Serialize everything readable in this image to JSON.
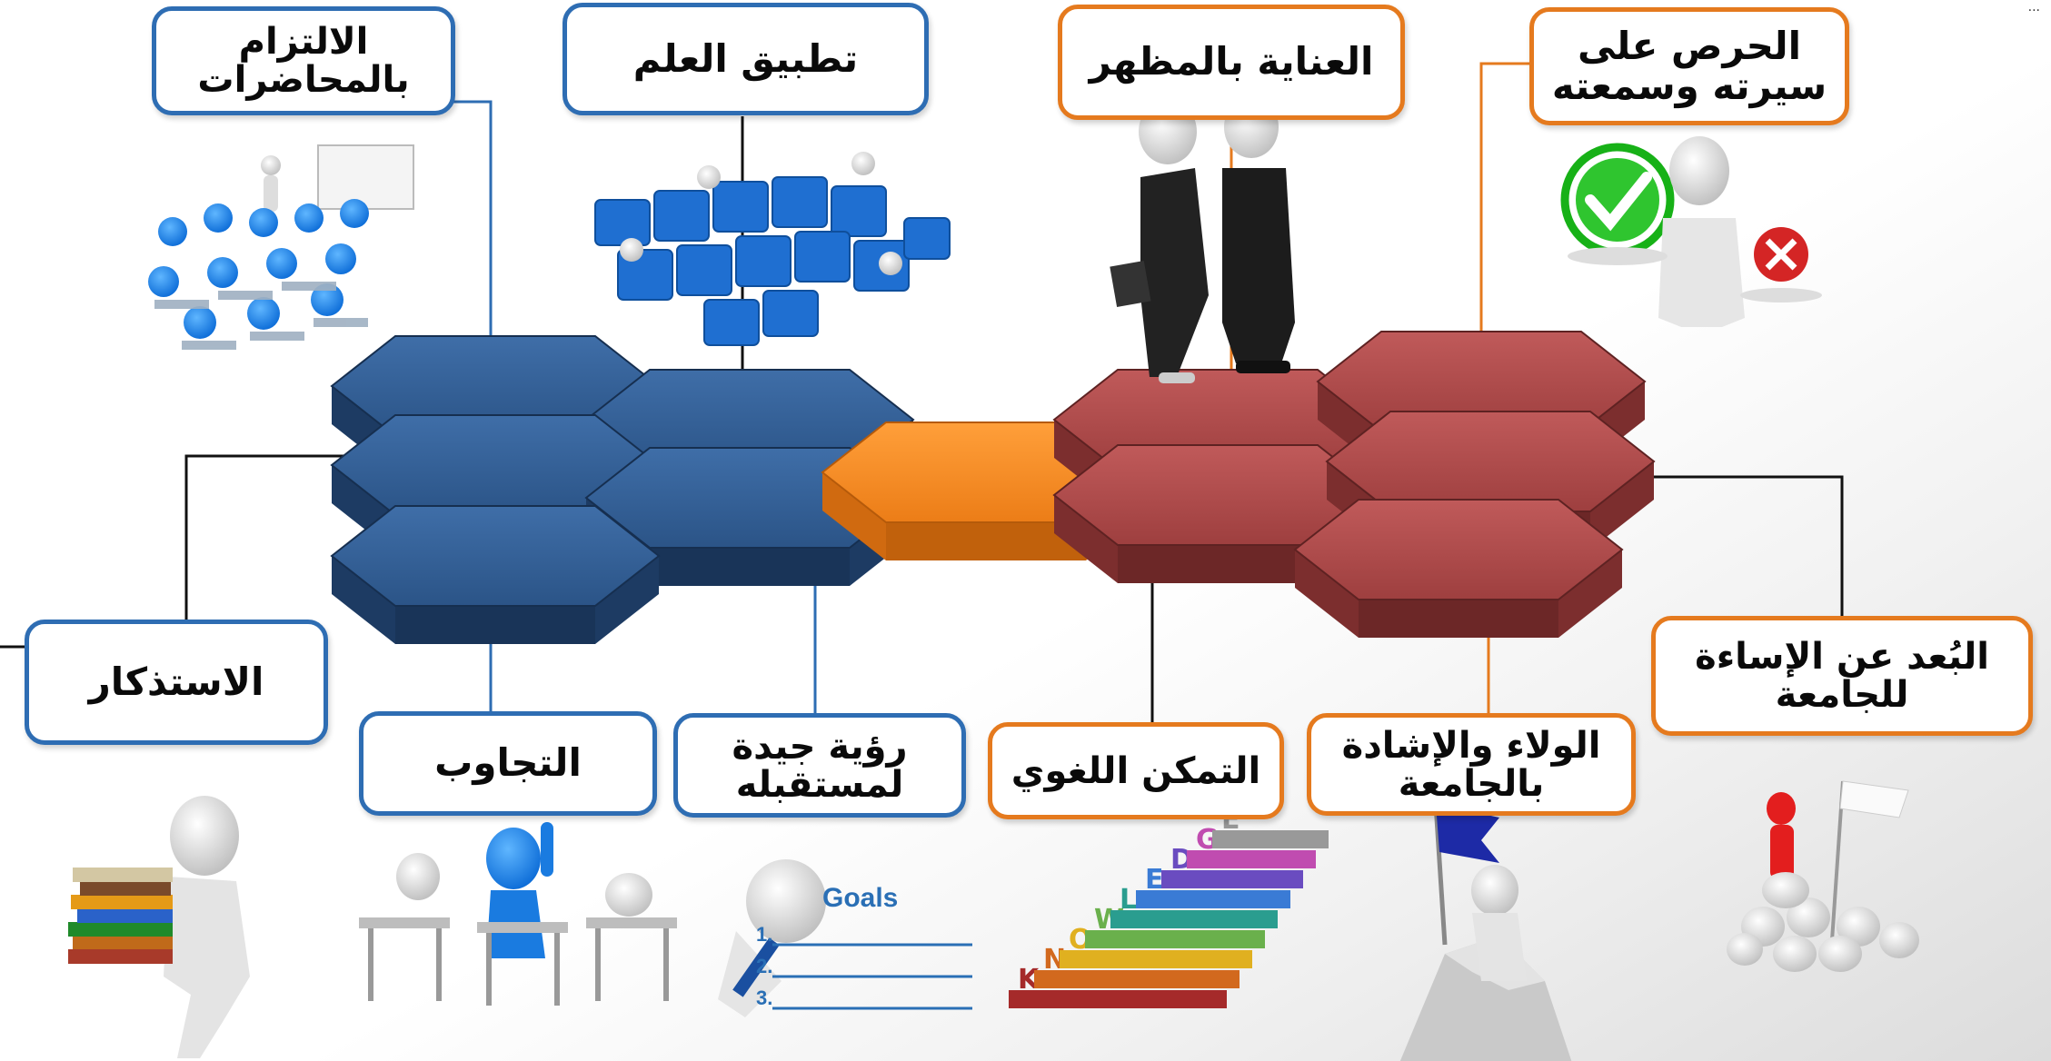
{
  "slide": {
    "corner_mark": "..."
  },
  "labels": {
    "commitment": "الالتزام\nبالمحاضرات",
    "apply_science": "تطبيق العلم",
    "appearance": "العناية بالمظهر",
    "reputation": "الحرص على\nسيرته وسمعته",
    "study": "الاستذكار",
    "interaction": "التجاوب",
    "vision": "رؤية جيدة\nلمستقبله",
    "language": "التمكن اللغوي",
    "loyalty": "الولاء والإشادة\nبالجامعة",
    "avoid_harm": "البُعد عن الإساءة\nللجامعة"
  },
  "goals_card": {
    "title": "Goals",
    "items": [
      "1.",
      "2.",
      "3."
    ]
  },
  "knowledge_steps": {
    "letters": [
      "K",
      "N",
      "O",
      "W",
      "L",
      "E",
      "D",
      "G",
      "E"
    ]
  },
  "colors": {
    "blue_group": "#2e5a8e",
    "red_group": "#a84646",
    "center": "#f08a24",
    "blue_border": "#2e6db3",
    "orange_border": "#e57a1e"
  }
}
